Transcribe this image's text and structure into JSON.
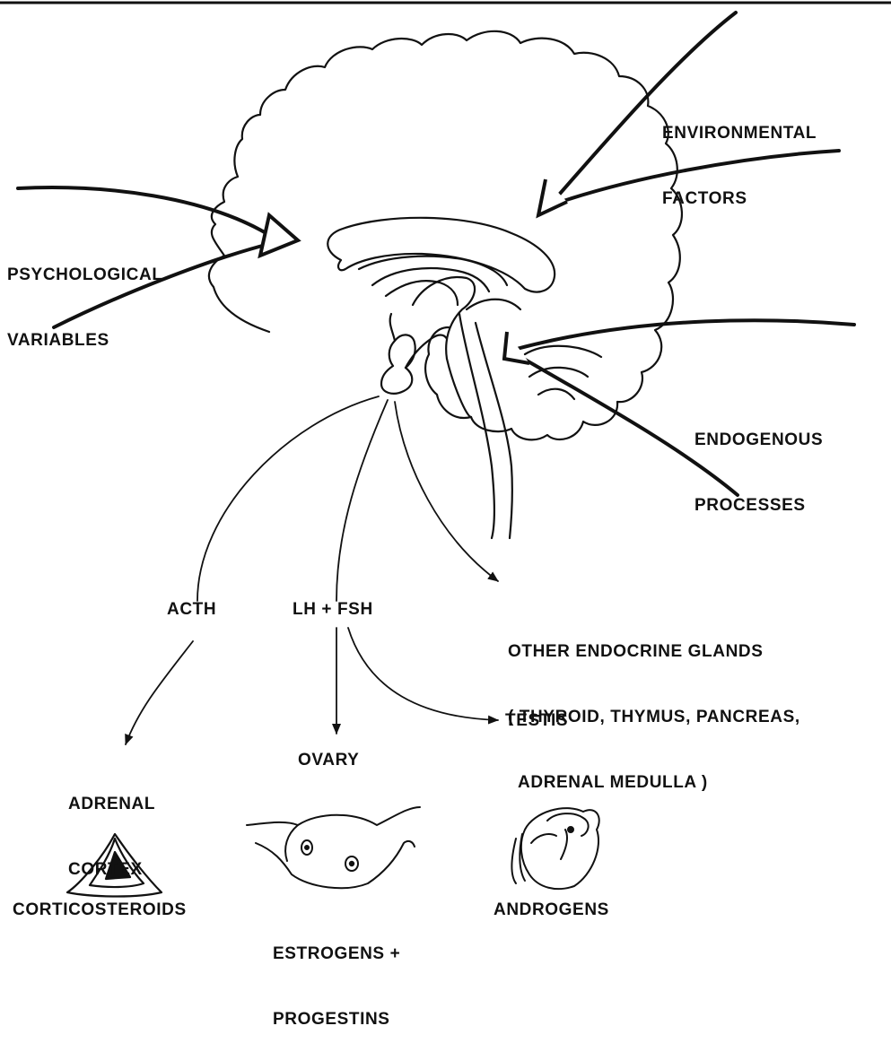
{
  "colors": {
    "ink": "#111111",
    "background": "#ffffff"
  },
  "inputs": {
    "environmental": [
      "ENVIRONMENTAL",
      "FACTORS"
    ],
    "psychological": [
      "PSYCHOLOGICAL",
      "VARIABLES"
    ],
    "endogenous": [
      "ENDOGENOUS",
      "PROCESSES"
    ]
  },
  "hormones": {
    "acth": "ACTH",
    "lh_fsh": "LH + FSH"
  },
  "other_glands": [
    "OTHER ENDOCRINE GLANDS",
    "( THYROID, THYMUS, PANCREAS,",
    "  ADRENAL MEDULLA )"
  ],
  "targets": {
    "adrenal": [
      "ADRENAL",
      "CORTEX"
    ],
    "ovary": "OVARY",
    "testis": "TESTIS"
  },
  "secretions": {
    "corticosteroids": "CORTICOSTEROIDS",
    "estrogens": [
      "ESTROGENS +",
      "PROGESTINS"
    ],
    "androgens": "ANDROGENS"
  }
}
